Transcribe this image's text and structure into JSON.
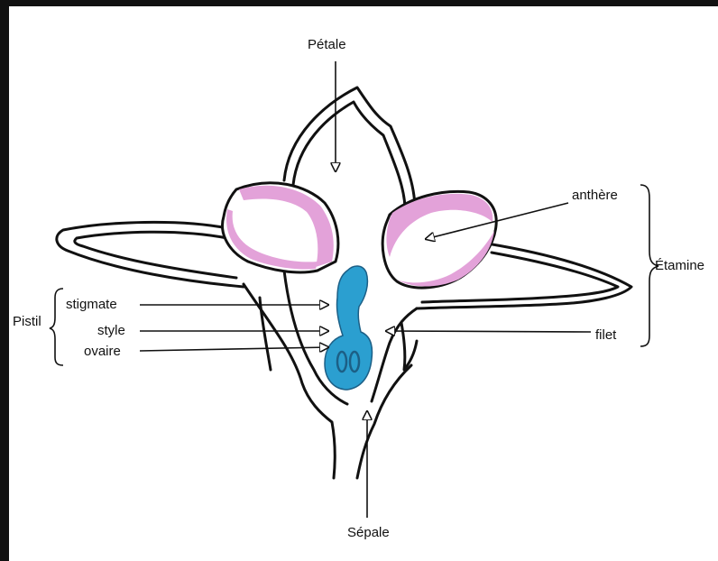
{
  "labels": {
    "petale": "Pétale",
    "anthere": "anthère",
    "etamine": "Étamine",
    "filet": "filet",
    "sepale": "Sépale",
    "pistil": "Pistil",
    "stigmate": "stigmate",
    "style": "style",
    "ovaire": "ovaire"
  },
  "colors": {
    "outline": "#111111",
    "anther": "#e3a2d9",
    "pistil": "#2b9fd0",
    "pistil_dark": "#1c5f86",
    "background": "#ffffff"
  }
}
